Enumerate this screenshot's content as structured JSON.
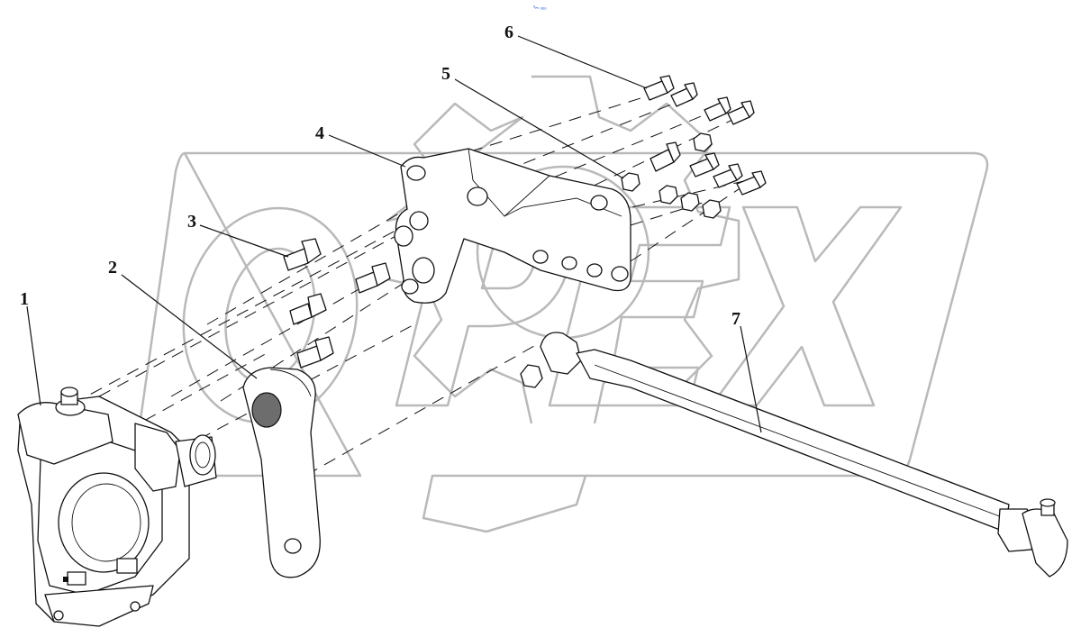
{
  "diagram": {
    "watermark_text": "OPEX",
    "top_mark": "ᵒₘ ₒₒₒ",
    "callouts": [
      {
        "id": "1",
        "label": "1"
      },
      {
        "id": "2",
        "label": "2"
      },
      {
        "id": "3",
        "label": "3"
      },
      {
        "id": "4",
        "label": "4"
      },
      {
        "id": "5",
        "label": "5"
      },
      {
        "id": "6",
        "label": "6"
      },
      {
        "id": "7",
        "label": "7"
      }
    ]
  },
  "colors": {
    "ink": "#111111",
    "watermark": "#b9b9b9",
    "top_mark": "#1a4fd6",
    "background": "#ffffff"
  }
}
